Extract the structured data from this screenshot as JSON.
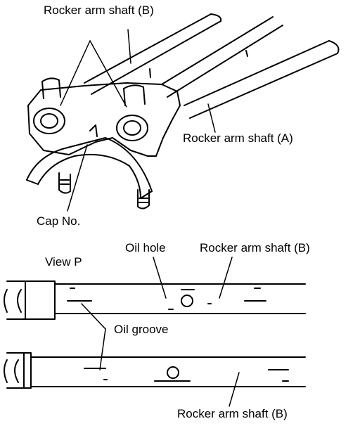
{
  "labels": {
    "shaft_b_top": "Rocker arm shaft (B)",
    "shaft_a": "Rocker arm shaft (A)",
    "cap_no": "Cap No.",
    "view_p": "View P",
    "oil_hole": "Oil hole",
    "shaft_b_mid": "Rocker arm shaft (B)",
    "oil_groove": "Oil groove",
    "shaft_b_bottom": "Rocker arm shaft (B)"
  }
}
